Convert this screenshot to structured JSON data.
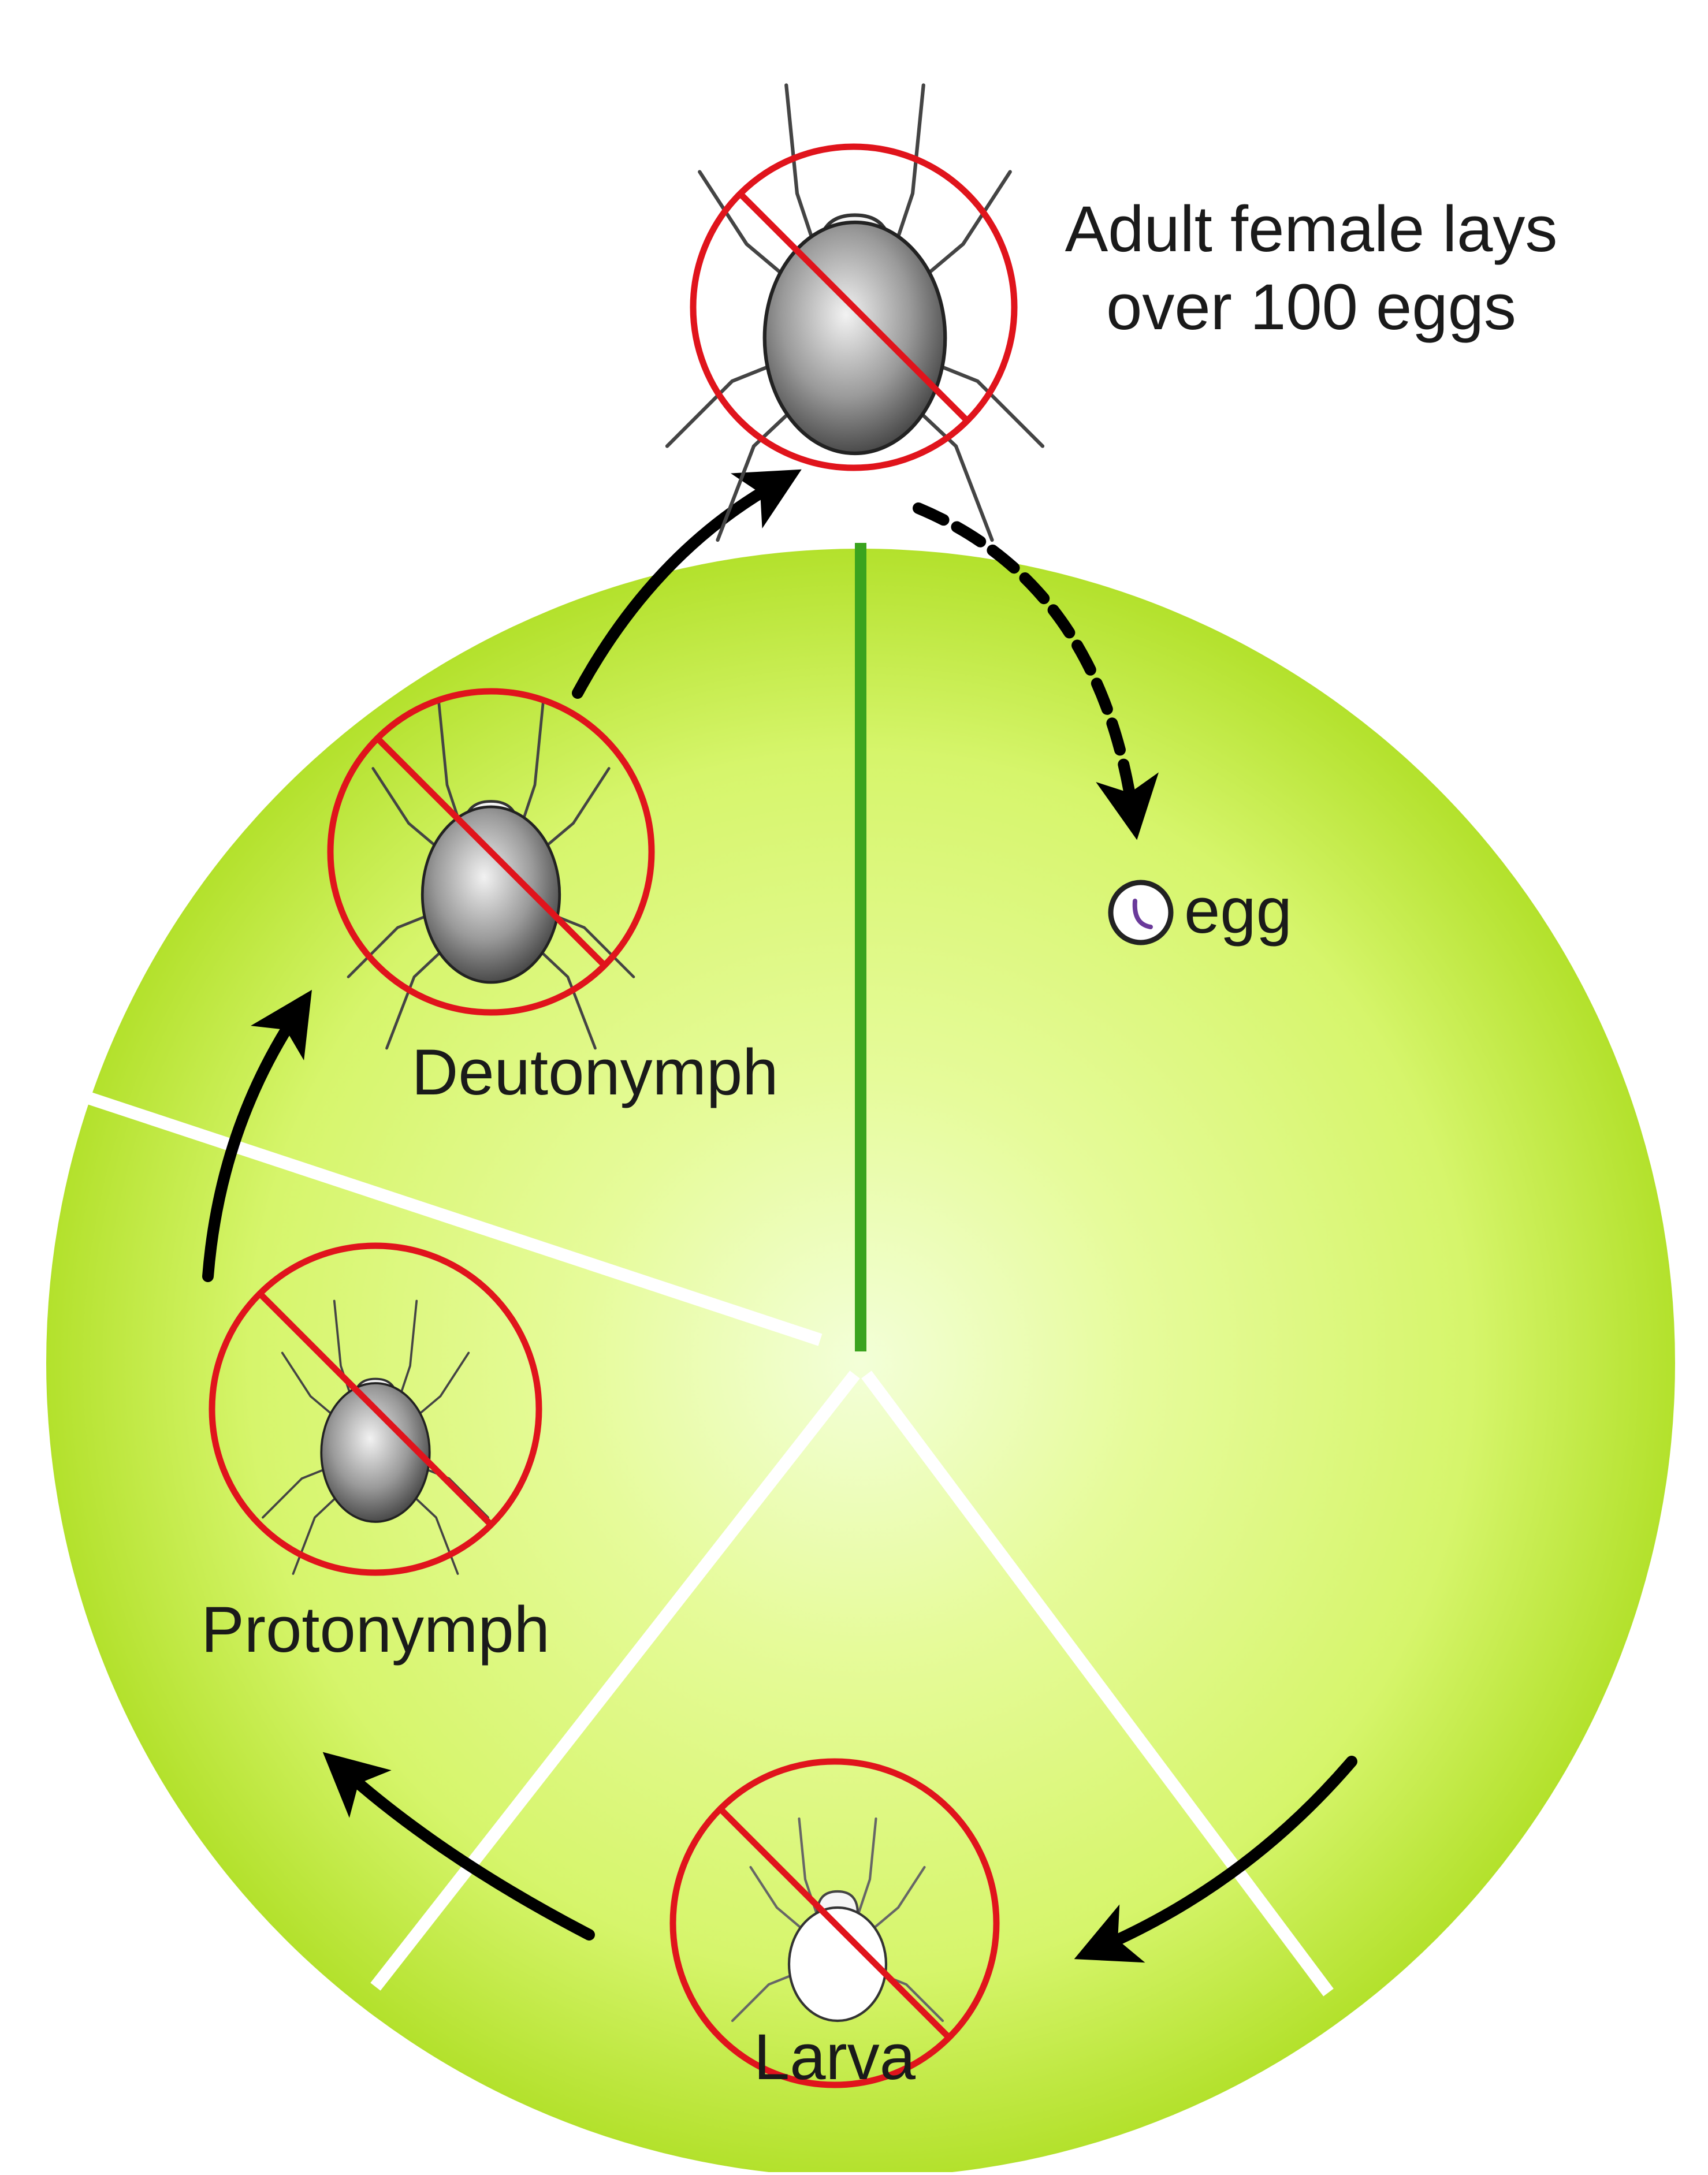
{
  "diagram": {
    "colors": {
      "circle_light": "#f3ffd8",
      "circle_mid": "#d6f56b",
      "circle_edge": "#b3e12c",
      "divider_white": "#ffffff",
      "divider_green": "#3aa31e",
      "arrow": "#000000",
      "prohibition": "#e0141c"
    },
    "stages": [
      {
        "id": "adult",
        "label_lines": [
          "Adult female lays",
          "over 100 eggs"
        ]
      },
      {
        "id": "egg",
        "label": "egg"
      },
      {
        "id": "larva",
        "label": "Larva"
      },
      {
        "id": "protonymph",
        "label": "Protonymph"
      },
      {
        "id": "deutonymph",
        "label": "Deutonymph"
      }
    ],
    "arrows": [
      {
        "from": "deutonymph",
        "to": "adult",
        "style": "solid"
      },
      {
        "from": "adult",
        "to": "egg",
        "style": "dashed"
      },
      {
        "from": "egg",
        "to": "larva",
        "style": "solid"
      },
      {
        "from": "larva",
        "to": "protonymph",
        "style": "solid"
      },
      {
        "from": "protonymph",
        "to": "deutonymph",
        "style": "solid"
      }
    ],
    "icons": [
      "mite-adult-icon",
      "egg-icon",
      "mite-larva-icon",
      "mite-protonymph-icon",
      "mite-deutonymph-icon",
      "prohibition-icon"
    ]
  }
}
